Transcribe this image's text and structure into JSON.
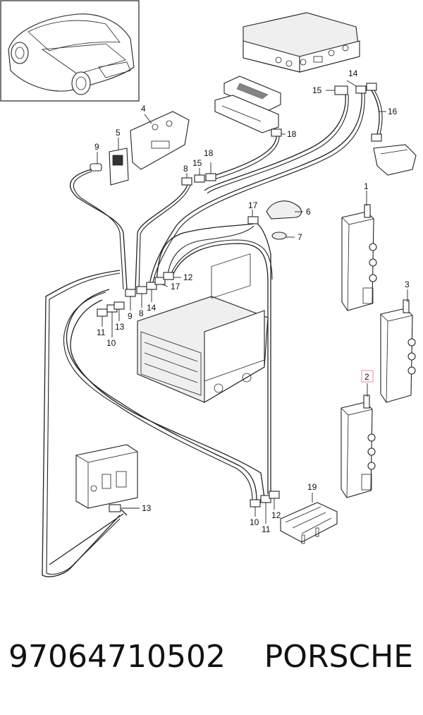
{
  "diagram": {
    "callouts": {
      "c1": "1",
      "c2": "2",
      "c3": "3",
      "c4": "4",
      "c5": "5",
      "c6": "6",
      "c7": "7",
      "c8a": "8",
      "c8b": "8",
      "c9a": "9",
      "c9b": "9",
      "c10a": "10",
      "c10b": "10",
      "c11a": "11",
      "c11b": "11",
      "c12a": "12",
      "c12b": "12",
      "c13a": "13",
      "c13b": "13",
      "c14a": "14",
      "c14b": "14",
      "c15": "15",
      "c16": "16",
      "c17a": "17",
      "c17b": "17",
      "c18a": "18",
      "c18b": "18",
      "c19": "19"
    },
    "highlighted_callout": "2",
    "highlight_color": "#e8a0a8"
  },
  "footer": {
    "part_number": "97064710502",
    "brand": "PORSCHE"
  }
}
